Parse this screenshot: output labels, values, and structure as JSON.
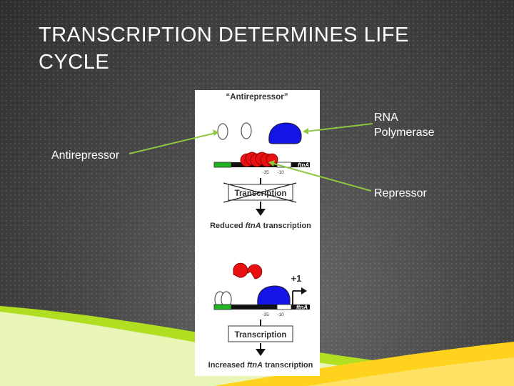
{
  "slide": {
    "title": "TRANSCRIPTION DETERMINES LIFE CYCLE"
  },
  "callouts": {
    "rna_polymerase": [
      "RNA",
      "Polymerase"
    ],
    "antirepressor": "Antirepressor",
    "repressor": "Repressor"
  },
  "figure": {
    "top_title": "“Antirepressor”",
    "gene_label_top": "ftnA",
    "gene_label_bottom": "ftnA",
    "minus35_top": "-35",
    "minus10_top": "-10",
    "minus35_bottom": "-35",
    "minus10_bottom": "-10",
    "transcription_crossed": "Transcription",
    "reduced_prefix": "Reduced ",
    "reduced_gene": "ftnA",
    "reduced_suffix": " transcription",
    "plus_one": "+1",
    "transcription_active": "Transcription",
    "increased_prefix": "Increased ",
    "increased_gene": "ftnA",
    "increased_suffix": " transcription"
  },
  "colors": {
    "polymerase": "#1414e6",
    "repressor": "#e81010",
    "promoter_green": "#22b422",
    "arrow_line": "#8dc63f",
    "ribbon_green": "#b5e61d",
    "ribbon_yellow": "#ffd21e"
  }
}
